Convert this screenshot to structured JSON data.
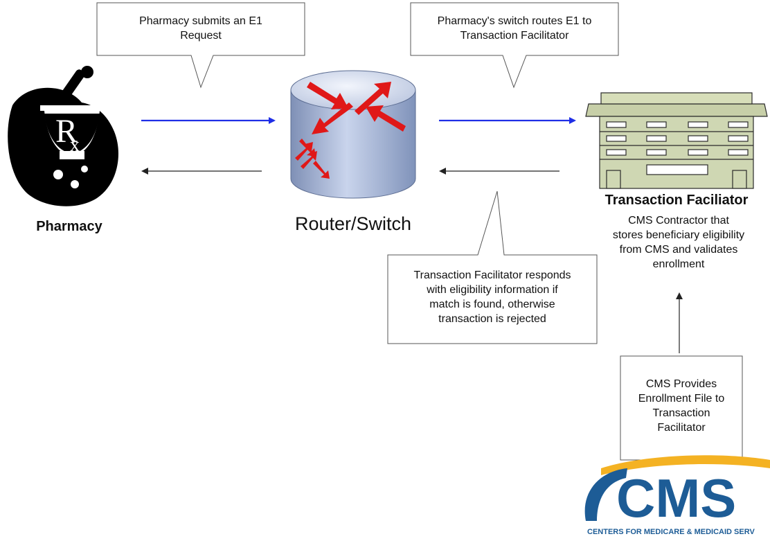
{
  "nodes": {
    "pharmacy": {
      "label": "Pharmacy"
    },
    "router": {
      "label": "Router/Switch"
    },
    "facilitator": {
      "title": "Transaction Faciliator",
      "description": [
        "CMS Contractor that",
        "stores beneficiary eligibility",
        "from CMS and validates",
        "enrollment"
      ]
    }
  },
  "callouts": {
    "e1_request": [
      "Pharmacy submits an E1",
      "Request"
    ],
    "switch_routes": [
      "Pharmacy's switch routes E1 to",
      "Transaction Facilitator"
    ],
    "facilitator_responds": [
      "Transaction Facilitator responds",
      "with eligibility information if",
      "match is found, otherwise",
      "transaction is rejected"
    ],
    "cms_provides": [
      "CMS Provides",
      "Enrollment File to",
      "Transaction",
      "Facilitator"
    ]
  },
  "logo": {
    "text": "CMS",
    "tagline": "CENTERS FOR MEDICARE & MEDICAID SERV"
  },
  "colors": {
    "request_arrow": "#1f2ee6",
    "response_arrow": "#222222",
    "router_arrows": "#e01818",
    "building": "#cfd7b3",
    "cms_blue": "#1d5c96",
    "cms_gold": "#f4b223"
  }
}
